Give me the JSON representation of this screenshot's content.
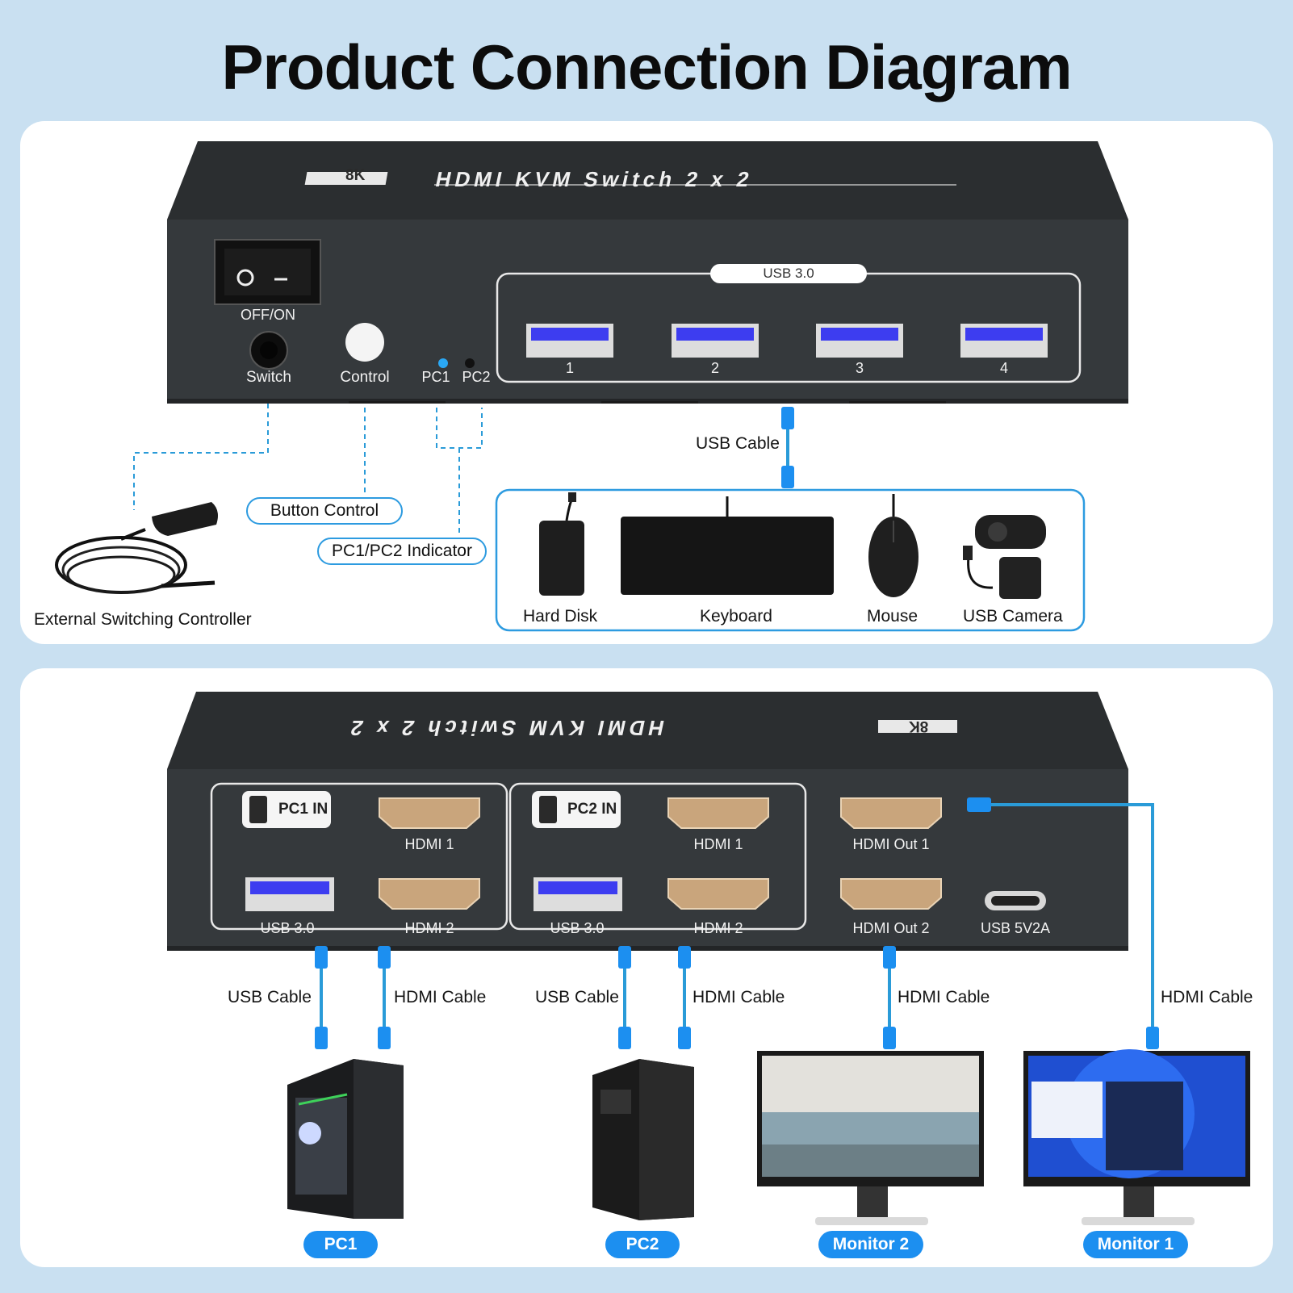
{
  "title": "Product Connection Diagram",
  "front": {
    "brand_badge": "8K",
    "device_name": "HDMI KVM Switch 2 x 2",
    "power_label": "OFF/ON",
    "switch_label": "Switch",
    "control_label": "Control",
    "pc1_led": "PC1",
    "pc2_led": "PC2",
    "usb_group_label": "USB 3.0",
    "usb_ports": [
      "1",
      "2",
      "3",
      "4"
    ],
    "usb_cable_label": "USB Cable",
    "callouts": {
      "button_control": "Button Control",
      "indicator": "PC1/PC2 Indicator",
      "controller": "External Switching Controller"
    },
    "devices": [
      "Hard Disk",
      "Keyboard",
      "Mouse",
      "USB Camera"
    ]
  },
  "rear": {
    "device_name": "HDMI KVM Switch 2 x 2",
    "brand_badge": "8K",
    "pc1_group": {
      "title": "PC1 IN",
      "hdmi1": "HDMI 1",
      "usb": "USB 3.0",
      "hdmi2": "HDMI 2"
    },
    "pc2_group": {
      "title": "PC2 IN",
      "hdmi1": "HDMI 1",
      "usb": "USB 3.0",
      "hdmi2": "HDMI 2"
    },
    "hdmi_out1": "HDMI Out 1",
    "hdmi_out2": "HDMI Out 2",
    "power_port": "USB 5V2A",
    "cables": [
      "USB Cable",
      "HDMI Cable",
      "USB Cable",
      "HDMI Cable",
      "HDMI Cable",
      "HDMI Cable"
    ],
    "targets": [
      "PC1",
      "PC2",
      "Monitor 2",
      "Monitor 1"
    ]
  },
  "colors": {
    "accent": "#1c8ff0",
    "cable": "#2a9bd8",
    "device_body": "#2e3133",
    "background": "#c9e0f1"
  }
}
